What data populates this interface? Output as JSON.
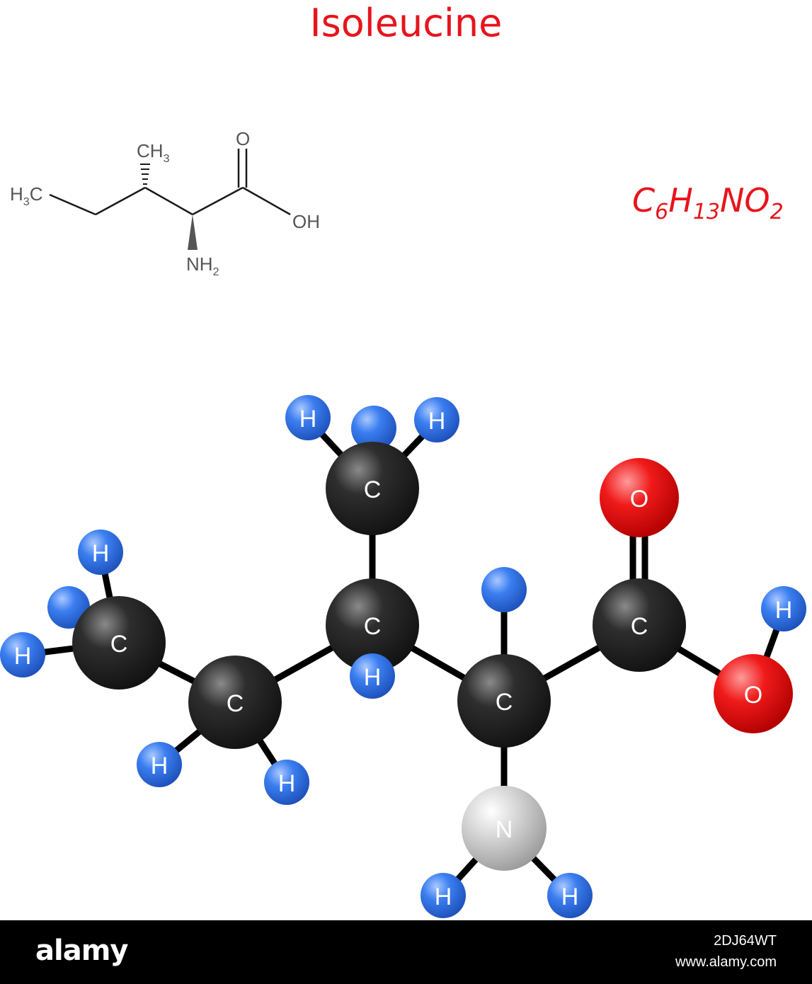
{
  "title": "Isoleucine",
  "formula": {
    "c": "C",
    "c_count": "6",
    "h": "H",
    "h_count": "13",
    "rest": "NO",
    "o_count": "2"
  },
  "skeletal": {
    "h3c": "H",
    "h3c_sub": "3",
    "h3c_c": "C",
    "ch3": "CH",
    "ch3_sub": "3",
    "o": "O",
    "oh": "OH",
    "nh2": "NH",
    "nh2_sub": "2"
  },
  "atom_labels": {
    "carbon": "C",
    "hydrogen": "H",
    "oxygen": "O",
    "nitrogen": "N"
  },
  "colors": {
    "title": "#e8141c",
    "carbon": "#1e1e1e",
    "hydrogen": "#2f6fe0",
    "oxygen": "#e8141c",
    "nitrogen": "#bfbfbf",
    "bond": "#000000"
  },
  "footer": {
    "brand": "alamy",
    "image_id": "2DJ64WT",
    "url": "www.alamy.com"
  }
}
